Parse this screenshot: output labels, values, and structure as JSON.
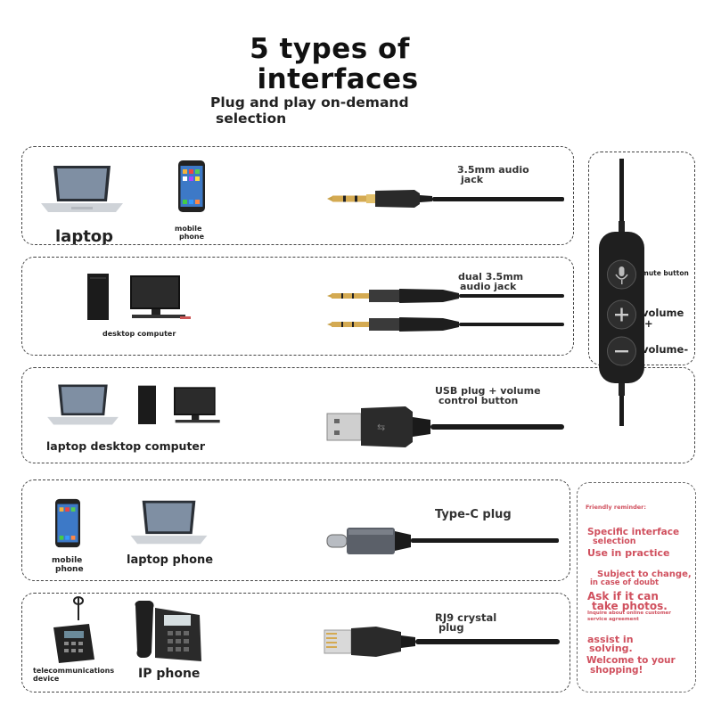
{
  "header": {
    "title_line1": "5 types of",
    "title_line2": "interfaces",
    "subtitle_line1": "Plug and play on-demand",
    "subtitle_line2": "selection"
  },
  "rows": [
    {
      "devices": [
        "laptop",
        "mobile phone"
      ],
      "device_labels": {
        "laptop": "laptop",
        "phone_line1": "mobile",
        "phone_line2": "phone"
      },
      "plug_label_line1": "3.5mm audio",
      "plug_label_line2": "jack"
    },
    {
      "device_labels": {
        "desktop": "desktop computer"
      },
      "plug_label_line1": "dual 3.5mm",
      "plug_label_line2": "audio jack"
    },
    {
      "device_labels": {
        "combined": "laptop desktop computer"
      },
      "plug_label_line1": "USB plug + volume",
      "plug_label_line2": "control button"
    },
    {
      "device_labels": {
        "phone_line1": "mobile",
        "phone_line2": "phone",
        "laptop": "laptop phone"
      },
      "plug_label_line1": "Type-C plug"
    },
    {
      "device_labels": {
        "tel_line1": "telecommunications",
        "tel_line2": "device",
        "ip": "IP phone"
      },
      "plug_label_line1": "RJ9 crystal",
      "plug_label_line2": "plug"
    }
  ],
  "controller": {
    "mute_label": "mute button",
    "volume_up_label": "volume",
    "volume_up_sign": "+",
    "volume_down_label": "volume",
    "volume_down_sign": "-",
    "icons": [
      "microphone-icon",
      "plus-icon",
      "minus-icon"
    ]
  },
  "reminder": {
    "heading": "Friendly reminder:",
    "lines": [
      "Specific interface",
      "selection",
      "Use in practice",
      "Subject to change,",
      "in case of doubt",
      "Ask if it can",
      "take photos.",
      "Inquire about online customer",
      "service agreement",
      "assist in",
      "solving.",
      "Welcome to your",
      "shopping!"
    ],
    "accent_color": "#d0505e"
  }
}
